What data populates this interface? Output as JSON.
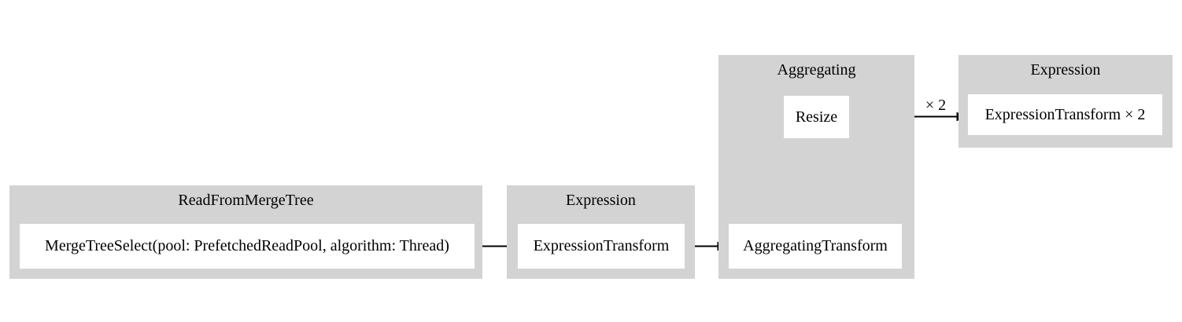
{
  "diagram": {
    "kind": "query-pipeline-graph",
    "colors": {
      "background": "#ffffff",
      "cluster_fill": "#d3d3d3",
      "node_fill": "#ffffff",
      "edge": "#000000",
      "text": "#000000"
    },
    "clusters": [
      {
        "title": "ReadFromMergeTree",
        "nodes": [
          {
            "label": "MergeTreeSelect(pool: PrefetchedReadPool, algorithm: Thread)"
          }
        ]
      },
      {
        "title": "Expression",
        "nodes": [
          {
            "label": "ExpressionTransform"
          }
        ]
      },
      {
        "title": "Aggregating",
        "nodes": [
          {
            "label": "Resize"
          },
          {
            "label": "AggregatingTransform"
          }
        ]
      },
      {
        "title": "Expression",
        "nodes": [
          {
            "label": "ExpressionTransform × 2"
          }
        ]
      }
    ],
    "edges": [
      {
        "from": "MergeTreeSelect(pool: PrefetchedReadPool, algorithm: Thread)",
        "to": "ExpressionTransform",
        "label": ""
      },
      {
        "from": "ExpressionTransform",
        "to": "AggregatingTransform",
        "label": ""
      },
      {
        "from": "AggregatingTransform",
        "to": "Resize",
        "label": ""
      },
      {
        "from": "Resize",
        "to": "ExpressionTransform × 2",
        "label": "× 2"
      }
    ]
  }
}
